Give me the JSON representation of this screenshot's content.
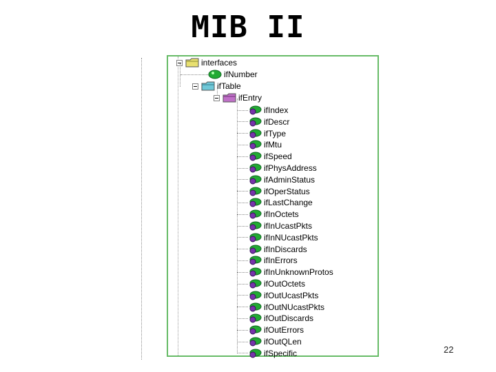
{
  "slide": {
    "title": "MIB II",
    "page_number": "22"
  },
  "tree": {
    "root": {
      "label": "interfaces",
      "icon": "folder-yellow-icon"
    },
    "children": [
      {
        "label": "ifNumber",
        "icon": "scalar-node-icon"
      },
      {
        "label": "ifTable",
        "icon": "folder-cyan-icon"
      }
    ],
    "entry": {
      "label": "ifEntry",
      "icon": "folder-magenta-icon"
    },
    "columns": [
      "ifIndex",
      "ifDescr",
      "ifType",
      "ifMtu",
      "ifSpeed",
      "ifPhysAddress",
      "ifAdminStatus",
      "ifOperStatus",
      "ifLastChange",
      "ifInOctets",
      "ifInUcastPkts",
      "ifInNUcastPkts",
      "ifInDiscards",
      "ifInErrors",
      "ifInUnknownProtos",
      "ifOutOctets",
      "ifOutUcastPkts",
      "ifOutNUcastPkts",
      "ifOutDiscards",
      "ifOutErrors",
      "ifOutQLen",
      "ifSpecific"
    ],
    "colors": {
      "folder_yellow": "#e8e070",
      "folder_cyan": "#70c8d8",
      "folder_magenta": "#c070c8",
      "leaf_green": "#22aa33",
      "leaf_purple": "#7733aa",
      "panel_border": "#66bb66"
    }
  }
}
